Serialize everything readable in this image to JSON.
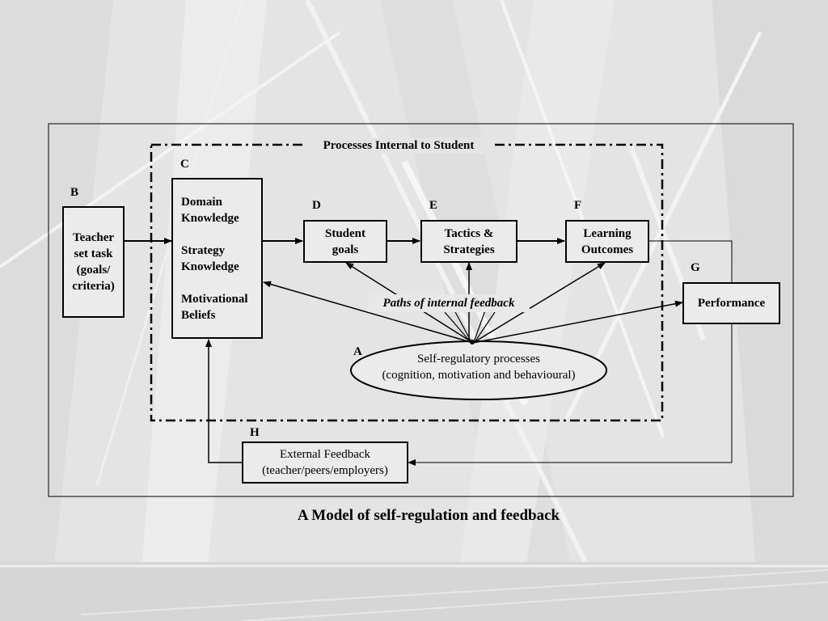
{
  "diagram": {
    "frame_label": "Processes Internal to Student",
    "caption": "A Model of self-regulation and feedback",
    "internal_paths_label": "Paths of internal feedback",
    "nodes": {
      "teacher_task": {
        "letter": "B",
        "lines": [
          "Teacher",
          "set task",
          "(goals/",
          "criteria)"
        ]
      },
      "knowledge": {
        "letter": "C",
        "lines": [
          "Domain",
          "Knowledge",
          "Strategy",
          "Knowledge",
          "Motivational",
          "Beliefs"
        ]
      },
      "student_goals": {
        "letter": "D",
        "lines": [
          "Student",
          "goals"
        ]
      },
      "tactics": {
        "letter": "E",
        "lines": [
          "Tactics &",
          "Strategies"
        ]
      },
      "outcomes": {
        "letter": "F",
        "lines": [
          "Learning",
          "Outcomes"
        ]
      },
      "performance": {
        "letter": "G",
        "lines": [
          "Performance"
        ]
      },
      "external_feedback": {
        "letter": "H",
        "lines": [
          "External Feedback",
          "(teacher/peers/employers)"
        ]
      },
      "self_regulatory": {
        "letter": "A",
        "lines": [
          "Self-regulatory processes",
          "(cognition, motivation and behavioural)"
        ]
      }
    }
  }
}
